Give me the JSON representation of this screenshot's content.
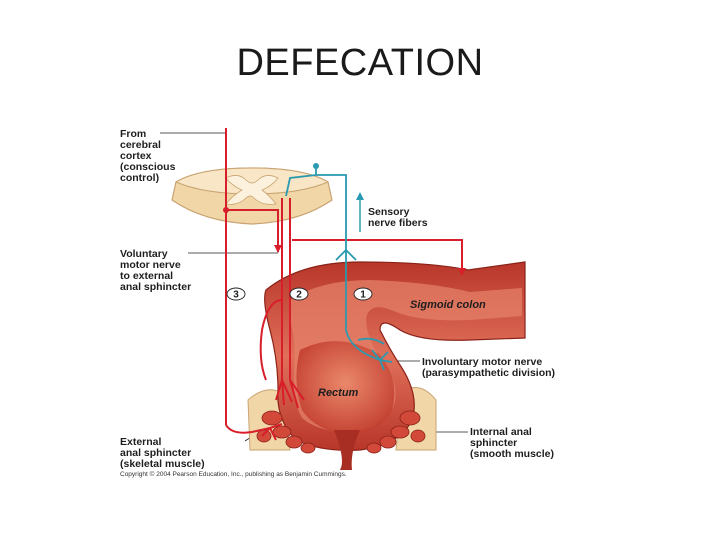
{
  "slide": {
    "title": "DEFECATION"
  },
  "figure": {
    "labels": {
      "cortex": [
        "From",
        "cerebral",
        "cortex",
        "(conscious",
        "control)"
      ],
      "sensory": [
        "Sensory",
        "nerve fibers"
      ],
      "voluntary": [
        "Voluntary",
        "motor nerve",
        "to external",
        "anal sphincter"
      ],
      "involuntary": [
        "Involuntary motor nerve",
        "(parasympathetic division)"
      ],
      "sigmoid": "Sigmoid colon",
      "rectum": "Rectum",
      "external": [
        "External",
        "anal sphincter",
        "(skeletal muscle)"
      ],
      "internal": [
        "Internal anal",
        "sphincter",
        "(smooth muscle)"
      ]
    },
    "steps": [
      "3",
      "2",
      "1"
    ],
    "copyright": "Copyright © 2004 Pearson Education, Inc., publishing as Benjamin Cummings.",
    "colors": {
      "motor": "#d81e2a",
      "sensory": "#2a9ab0",
      "tissue": "#c7412f",
      "tissue_light": "#e88a6e",
      "spinal": "#f1d6a8"
    }
  }
}
